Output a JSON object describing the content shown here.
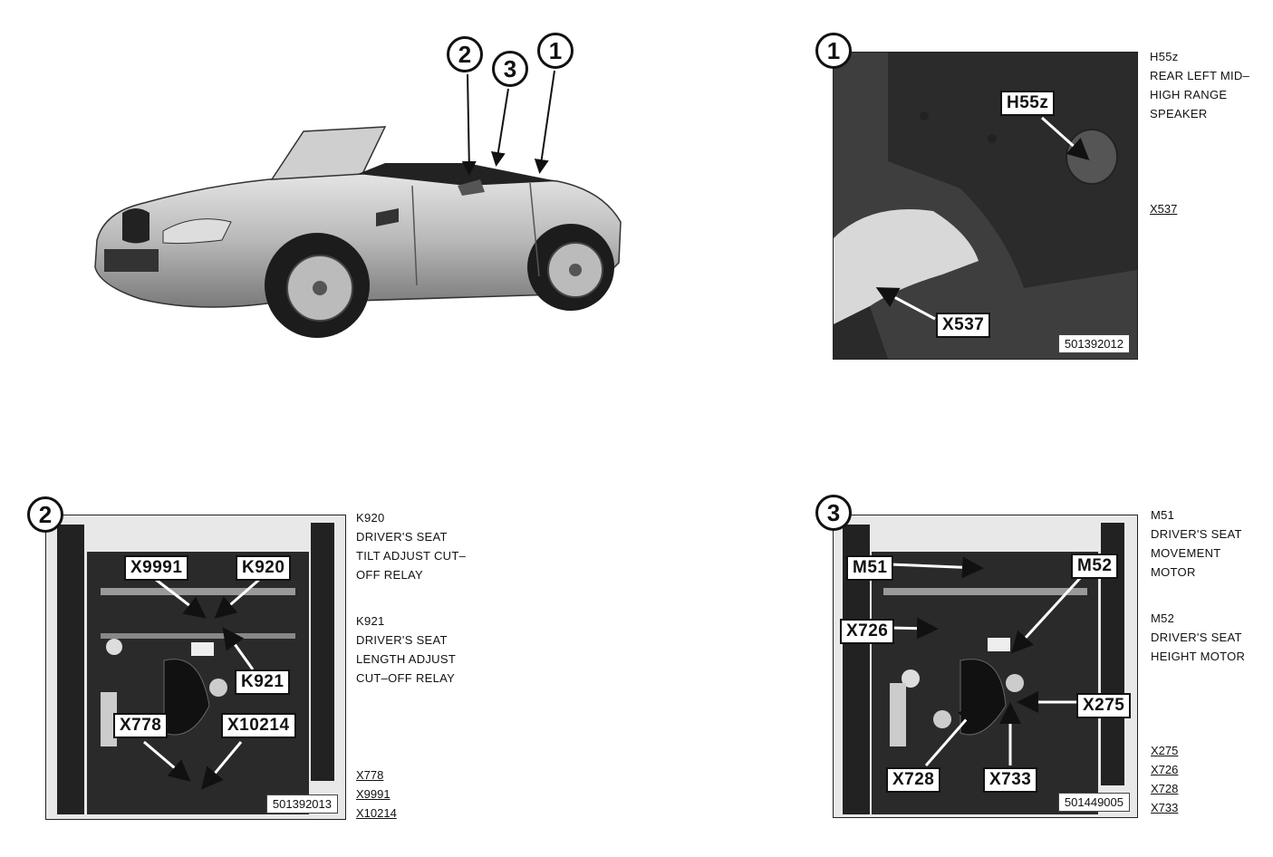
{
  "car": {
    "callouts": [
      "2",
      "3",
      "1"
    ]
  },
  "panel1": {
    "callout": "1",
    "labels": {
      "h55z": "H55z",
      "x537": "X537"
    },
    "code": "501392012",
    "description": [
      "H55z",
      "REAR LEFT MID–",
      "HIGH RANGE",
      "SPEAKER"
    ],
    "connectors": [
      "X537"
    ]
  },
  "panel2": {
    "callout": "2",
    "labels": {
      "x9991": "X9991",
      "k920": "K920",
      "k921": "K921",
      "x778": "X778",
      "x10214": "X10214"
    },
    "code": "501392013",
    "description": [
      "K920",
      "DRIVER'S SEAT",
      "TILT ADJUST CUT–",
      "OFF RELAY",
      "",
      "K921",
      "DRIVER'S SEAT",
      "LENGTH ADJUST",
      "CUT–OFF RELAY"
    ],
    "connectors": [
      "X778",
      "X9991",
      "X10214"
    ]
  },
  "panel3": {
    "callout": "3",
    "labels": {
      "m51": "M51",
      "m52": "M52",
      "x726": "X726",
      "x275": "X275",
      "x728": "X728",
      "x733": "X733"
    },
    "code": "501449005",
    "description": [
      "M51",
      "DRIVER'S SEAT",
      "MOVEMENT",
      "MOTOR",
      "",
      "M52",
      "DRIVER'S SEAT",
      "HEIGHT MOTOR"
    ],
    "connectors": [
      "X275",
      "X726",
      "X728",
      "X733"
    ]
  }
}
